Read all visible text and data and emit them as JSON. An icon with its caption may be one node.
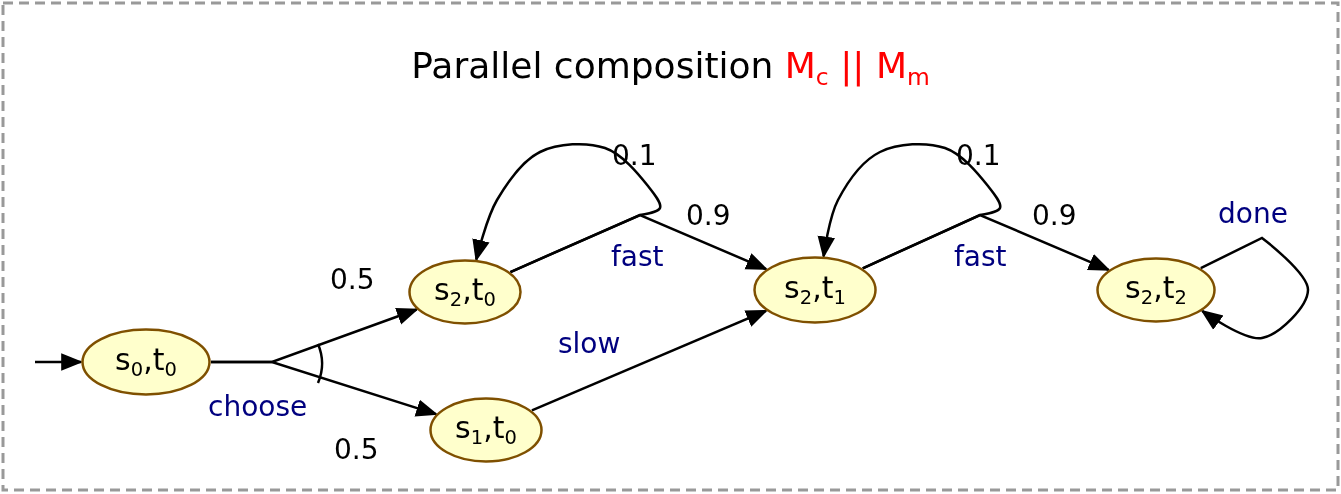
{
  "diagram": {
    "title": "Parallel composition M$_{c}$ || M$_{m}$",
    "nodes": [
      {
        "text": [
          "s$_{0}$,t$_{0}$"
        ]
      },
      {
        "text": [
          "s$_{2}$,t$_{0}$"
        ]
      },
      {
        "text": [
          "s$_{1}$,t$_{0}$"
        ]
      },
      {
        "text": [
          "s$_{2}$,t$_{1}$"
        ]
      },
      {
        "text": [
          "s$_{2}$,t$_{2}$"
        ]
      }
    ],
    "edges": [
      {
        "from": 0,
        "to": 1,
        "arrow": "to",
        "label": "0.5"
      },
      {
        "from": 0,
        "to": 2,
        "arrow": "to",
        "label": "0.5"
      },
      {
        "from": 1,
        "to": 1,
        "arrow": "to",
        "label": "0.1"
      },
      {
        "from": 1,
        "to": 3,
        "arrow": "to",
        "label": "0.9"
      },
      {
        "from": 2,
        "to": 3,
        "arrow": "to",
        "label": "slow"
      },
      {
        "from": 3,
        "to": 3,
        "arrow": "to",
        "label": "0.1"
      },
      {
        "from": 3,
        "to": 4,
        "arrow": "to",
        "label": "0.9"
      },
      {
        "from": 4,
        "to": 4,
        "arrow": "to",
        "label": "done"
      },
      {
        "from": null,
        "to": 0,
        "arrow": "to"
      }
    ],
    "labels": [
      "choose",
      "fast",
      "fast"
    ]
  }
}
